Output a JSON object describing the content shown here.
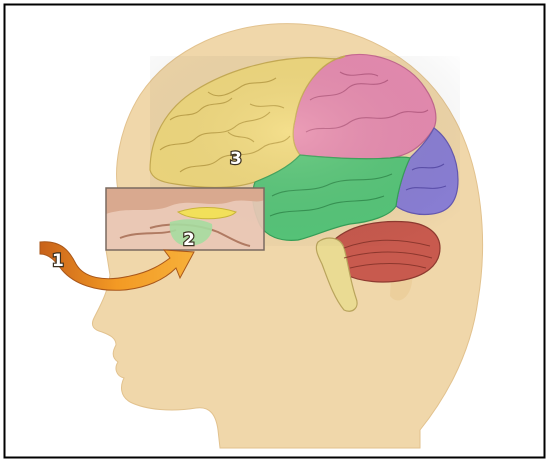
{
  "labels": {
    "smell_entry": "1",
    "olfactory_region": "2",
    "cerebral_cortex": "3"
  },
  "colors": {
    "frame": "#000000",
    "background": "#ffffff",
    "head_skin": "#f0d7aa",
    "frontal_lobe": "#f2da7e",
    "parietal_lobe": "#e88bb2",
    "occipital_lobe": "#8a7fd6",
    "temporal_lobe": "#56c77a",
    "cerebellum": "#c85a4e",
    "brainstem": "#eadb93",
    "arrow": "#f0901e"
  }
}
